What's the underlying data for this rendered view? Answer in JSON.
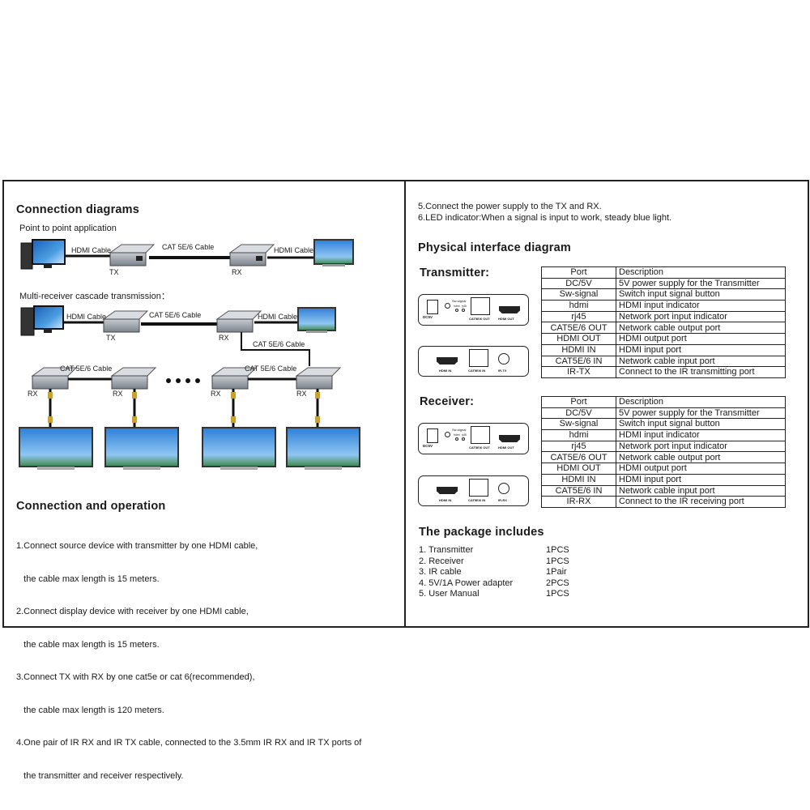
{
  "left": {
    "diagrams_title": "Connection diagrams",
    "p2p_title": "Point to point application",
    "cascade_title": "Multi-receiver cascade transmission：",
    "hdmi_cable": "HDMI Cable",
    "cat_cable": "CAT 5E/6 Cable",
    "tx": "TX",
    "rx": "RX",
    "operation_title": "Connection and operation",
    "steps": [
      "1.Connect source device with transmitter by one HDMI cable,",
      "   the cable max length is 15 meters.",
      "2.Connect display device with receiver by one HDMI cable,",
      "   the cable max length is 15 meters.",
      "3.Connect TX with RX by one cat5e or cat 6(recommended),",
      "   the cable max length is 120 meters.",
      "4.One pair of IR RX and IR TX cable, connected to the 3.5mm IR RX and IR TX ports of",
      "   the transmitter and receiver respectively."
    ]
  },
  "right": {
    "steps_cont": [
      "5.Connect the power supply to the TX and RX.",
      "6.LED indicator:When a signal is input to work, steady blue light."
    ],
    "interface_title": "Physical interface diagram",
    "transmitter_title": "Transmitter:",
    "receiver_title": "Receiver:",
    "panel_labels": {
      "dc5v": "DC5V",
      "sw_signal": "Sw-signal",
      "hdmi_led": "hdmi",
      "rj45_led": "rj45",
      "cat_out": "CAT5E/6 OUT",
      "hdmi_out": "HDMI OUT",
      "hdmi_in": "HDMI IN",
      "cat_in": "CAT5E/6 IN",
      "ir_tx": "IR-TX",
      "ir_rx": "IR-RX"
    },
    "tx_table": [
      [
        "Port",
        "Description"
      ],
      [
        "DC/5V",
        "5V power supply for the Transmitter"
      ],
      [
        "Sw-signal",
        "Switch input signal button"
      ],
      [
        "hdmi",
        "HDMI input indicator"
      ],
      [
        "rj45",
        "Network port input indicator"
      ],
      [
        "CAT5E/6 OUT",
        "Network cable output port"
      ],
      [
        "HDMI OUT",
        "HDMI output port"
      ],
      [
        "HDMI IN",
        "HDMI input port"
      ],
      [
        "CAT5E/6 IN",
        "Network cable input port"
      ],
      [
        "IR-TX",
        "Connect to the IR transmitting port"
      ]
    ],
    "rx_table": [
      [
        "Port",
        "Description"
      ],
      [
        "DC/5V",
        "5V power supply for the Transmitter"
      ],
      [
        "Sw-signal",
        "Switch input signal button"
      ],
      [
        "hdmi",
        "HDMI input indicator"
      ],
      [
        "rj45",
        "Network port input indicator"
      ],
      [
        "CAT5E/6 OUT",
        "Network cable output port"
      ],
      [
        "HDMI OUT",
        "HDMI output port"
      ],
      [
        "HDMI IN",
        "HDMI input port"
      ],
      [
        "CAT5E/6 IN",
        "Network cable input port"
      ],
      [
        "IR-RX",
        "Connect to the IR receiving port"
      ]
    ],
    "package_title": "The package includes",
    "package": [
      [
        "1. Transmitter",
        "1PCS"
      ],
      [
        "2. Receiver",
        "1PCS"
      ],
      [
        "3. IR cable",
        "1Pair"
      ],
      [
        "4. 5V/1A Power adapter",
        "2PCS"
      ],
      [
        "5. User Manual",
        "1PCS"
      ]
    ]
  }
}
